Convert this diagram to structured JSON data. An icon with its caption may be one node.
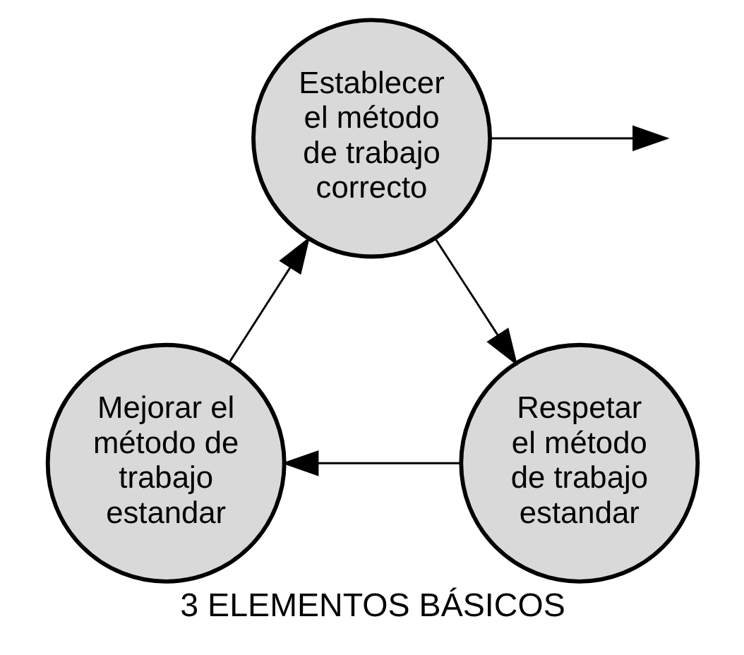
{
  "diagram": {
    "caption": "3 ELEMENTOS BÁSICOS",
    "nodes": [
      {
        "text": [
          "Establecer el método de trabajo correcto"
        ]
      },
      {
        "text": [
          "Respetar el método de trabajo estandar"
        ]
      },
      {
        "text": [
          "Mejorar el método de trabajo estandar"
        ]
      }
    ],
    "edges": [
      {
        "from": 0,
        "to": 1,
        "arrow": "to"
      },
      {
        "from": 1,
        "to": 2,
        "arrow": "to"
      },
      {
        "from": 2,
        "to": 0,
        "arrow": "to"
      },
      {
        "from": 0,
        "to": null,
        "arrow": "to"
      }
    ]
  }
}
